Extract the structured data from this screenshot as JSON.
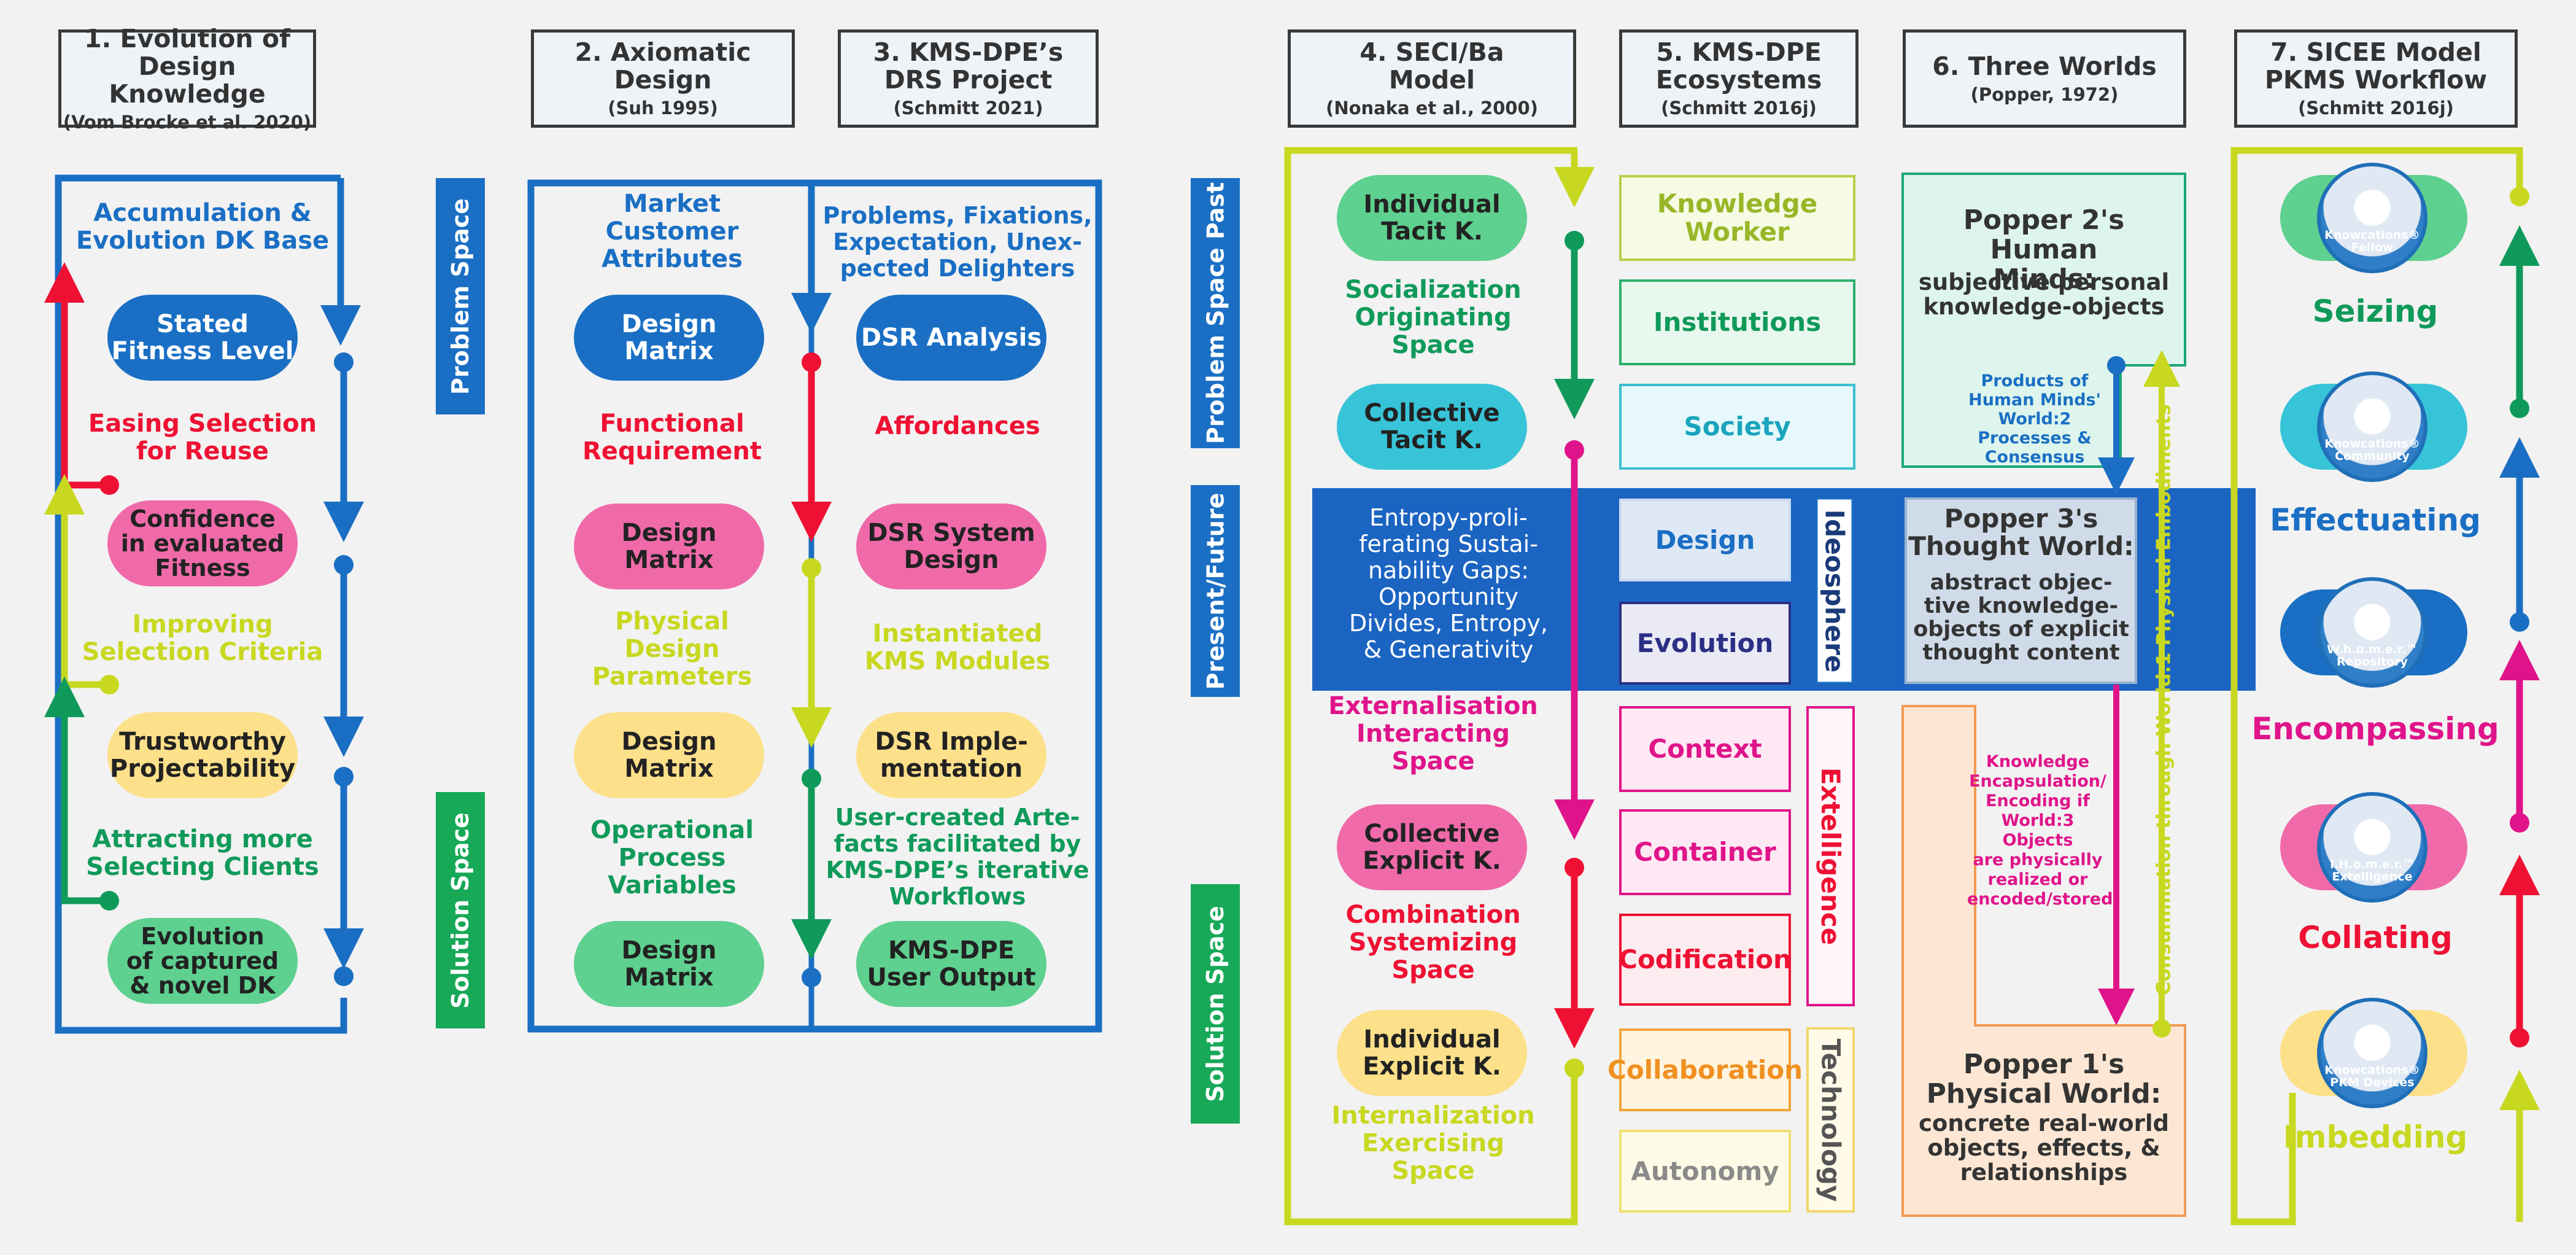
{
  "headers": {
    "h1": {
      "title": "1. Evolution of\nDesign Knowledge",
      "sub": "(Vom Brocke et al. 2020)"
    },
    "h2": {
      "title": "2. Axiomatic\nDesign",
      "sub": "(Suh 1995)"
    },
    "h3": {
      "title": "3. KMS-DPE’s\nDRS Project",
      "sub": "(Schmitt 2021)"
    },
    "h4": {
      "title": "4. SECI/Ba\nModel",
      "sub": "(Nonaka et al., 2000)"
    },
    "h5": {
      "title": "5. KMS-DPE\nEcosystems",
      "sub": "(Schmitt 2016j)"
    },
    "h6": {
      "title": "6. Three Worlds",
      "sub": "(Popper, 1972)"
    },
    "h7": {
      "title": "7. SICEE Model\nPKMS Workflow",
      "sub": "(Schmitt 2016j)"
    }
  },
  "col1": {
    "top_label": "Accumulation &\nEvolution DK Base",
    "pill1": "Stated\nFitness Level",
    "label2": "Easing Selection\nfor Reuse",
    "pill2": "Confidence\nin evaluated\nFitness",
    "label3": "Improving\nSelection Criteria",
    "pill3": "Trustworthy\nProjectability",
    "label4": "Attracting more\nSelecting Clients",
    "pill4": "Evolution\nof captured\n& novel DK"
  },
  "side_labels": {
    "problem_space": "Problem Space",
    "solution_space": "Solution Space",
    "problem_space_past": "Problem Space Past",
    "present_future": "Present/Future",
    "solution_space2": "Solution Space"
  },
  "col2": {
    "label1": "Market\nCustomer\nAttributes",
    "pill1": "Design\nMatrix",
    "label2": "Functional\nRequirement",
    "pill2": "Design\nMatrix",
    "label3": "Physical\nDesign\nParameters",
    "pill3": "Design\nMatrix",
    "label4": "Operational\nProcess\nVariables",
    "pill4": "Design\nMatrix"
  },
  "col3": {
    "label1": "Problems, Fixations,\nExpectation, Unex-\npected Delighters",
    "pill1": "DSR Analysis",
    "label2": "Affordances",
    "pill2": "DSR System\nDesign",
    "label3": "Instantiated\nKMS Modules",
    "pill3": "DSR Imple-\nmentation",
    "label4": "User-created Arte-\nfacts facilitated by\nKMS-DPE’s iterative\nWorkflows",
    "pill4": "KMS-DPE\nUser Output"
  },
  "col4": {
    "pill1": "Individual\nTacit K.",
    "label1": "Socialization\nOriginating\nSpace",
    "pill2": "Collective\nTacit K.",
    "band_text": "Entropy-proli-\nferating Sustai-\nnability Gaps:\nOpportunity\nDivides, Entropy,\n& Generativity",
    "label2": "Externalisation\nInteracting\nSpace",
    "pill3": "Collective\nExplicit K.",
    "label3": "Combination\nSystemizing\nSpace",
    "pill4": "Individual\nExplicit K.",
    "label4": "Internalization\nExercising\nSpace"
  },
  "col5": {
    "items": [
      "Knowledge\nWorker",
      "Institutions",
      "Society",
      "Design",
      "Evolution",
      "Context",
      "Container",
      "Codification",
      "Collaboration",
      "Autonomy"
    ],
    "ideosphere": "Ideosphere",
    "extelligence": "Extelligence",
    "technology": "Technology"
  },
  "col6": {
    "popper2_title": "Popper 2's Human\nMinds:",
    "popper2_body": "subjective personal\nknowledge-objects",
    "products_note": "Products of\nHuman Minds'\nWorld:2\nProcesses &\nConsensus",
    "popper3_title": "Popper 3's\nThought World:",
    "popper3_body": "abstract objec-\ntive knowledge-\nobjects of explicit\nthought content",
    "encapsulation_note": "Knowledge\nEncapsulation/\nEncoding if\nWorld:3 Objects\nare physically\nrealized or\nencoded/stored",
    "consummation": "Consummation through World:1 Physical Embodiments",
    "popper1_title": "Popper 1's\nPhysical World:",
    "popper1_body": "concrete real-world\nobjects, effects, &\nrelationships"
  },
  "col7": {
    "icons": [
      {
        "label": "Knowcations®\nFellow"
      },
      {
        "label": "Knowcations®\nCommunity"
      },
      {
        "label": "W.h.o.m.e.r.™\nRepository"
      },
      {
        "label": "I.H.o.m.e.r.™\nExtelligence"
      },
      {
        "label": "Knowcations®\nPKM Devices"
      }
    ],
    "steps": [
      "Seizing",
      "Effectuating",
      "Encompassing",
      "Collating",
      "Imbedding"
    ]
  },
  "colors": {
    "blue": "#1a6fc4",
    "red": "#ee1133",
    "magenta": "#e0148a",
    "green": "#109a5a",
    "lime": "#c8d820",
    "band": "#1b64c2"
  }
}
